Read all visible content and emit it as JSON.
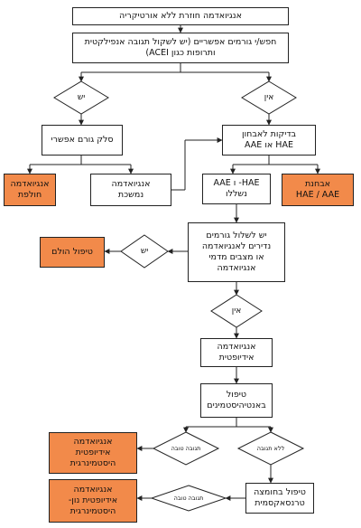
{
  "nodes": {
    "title": "אנגיואדמה חוזרת ללא אורטיקריה",
    "search_triggers": "חפש/י גורמים אפשריים (יש לשקול תגובה אנפילקטית\nותרופות כגון ACEI)",
    "yes1": "יש",
    "none1": "אין",
    "remove_trigger": "סלק גורם אפשרי",
    "tests": "בדיקות לאבחון\nHAE או AAE",
    "alt_angioedema": "אנגיואדמה\nחולפת",
    "persistent": "אנגיואדמה\nנמשכת",
    "hae_excluded": "HAE- ו AAE\nנשללו",
    "diagnosis_hae": "אבחנת\nHAE / AAE",
    "consider_rare": "יש לשלול גורמים\nנדירים לאנגיואדמה\nאו מצבים מדמי\nאנגיואדמה",
    "yes2": "יש",
    "treat_fit": "טיפול הולם",
    "none2": "אין",
    "idiopathic": "אנגיואדמה\nאידיופטית",
    "antihistamine": "טיפול\nבאנטיהיסטמינים",
    "good_response1": "תגובה טובה",
    "no_response": "ללא תגובה",
    "idio_histaminergic": "אנגיואדמה\nאידיופטית\nהיסטמינרגית",
    "tranexamic": "טיפול בחומצה\nטרנסאקסמית",
    "good_response2": "תגובה טובה",
    "idio_nonhist": "אנגיואדמה\nאידיופטית נון-\nהיסטמינרגית"
  },
  "colors": {
    "orange": "#f28a4a",
    "line": "#222222"
  }
}
